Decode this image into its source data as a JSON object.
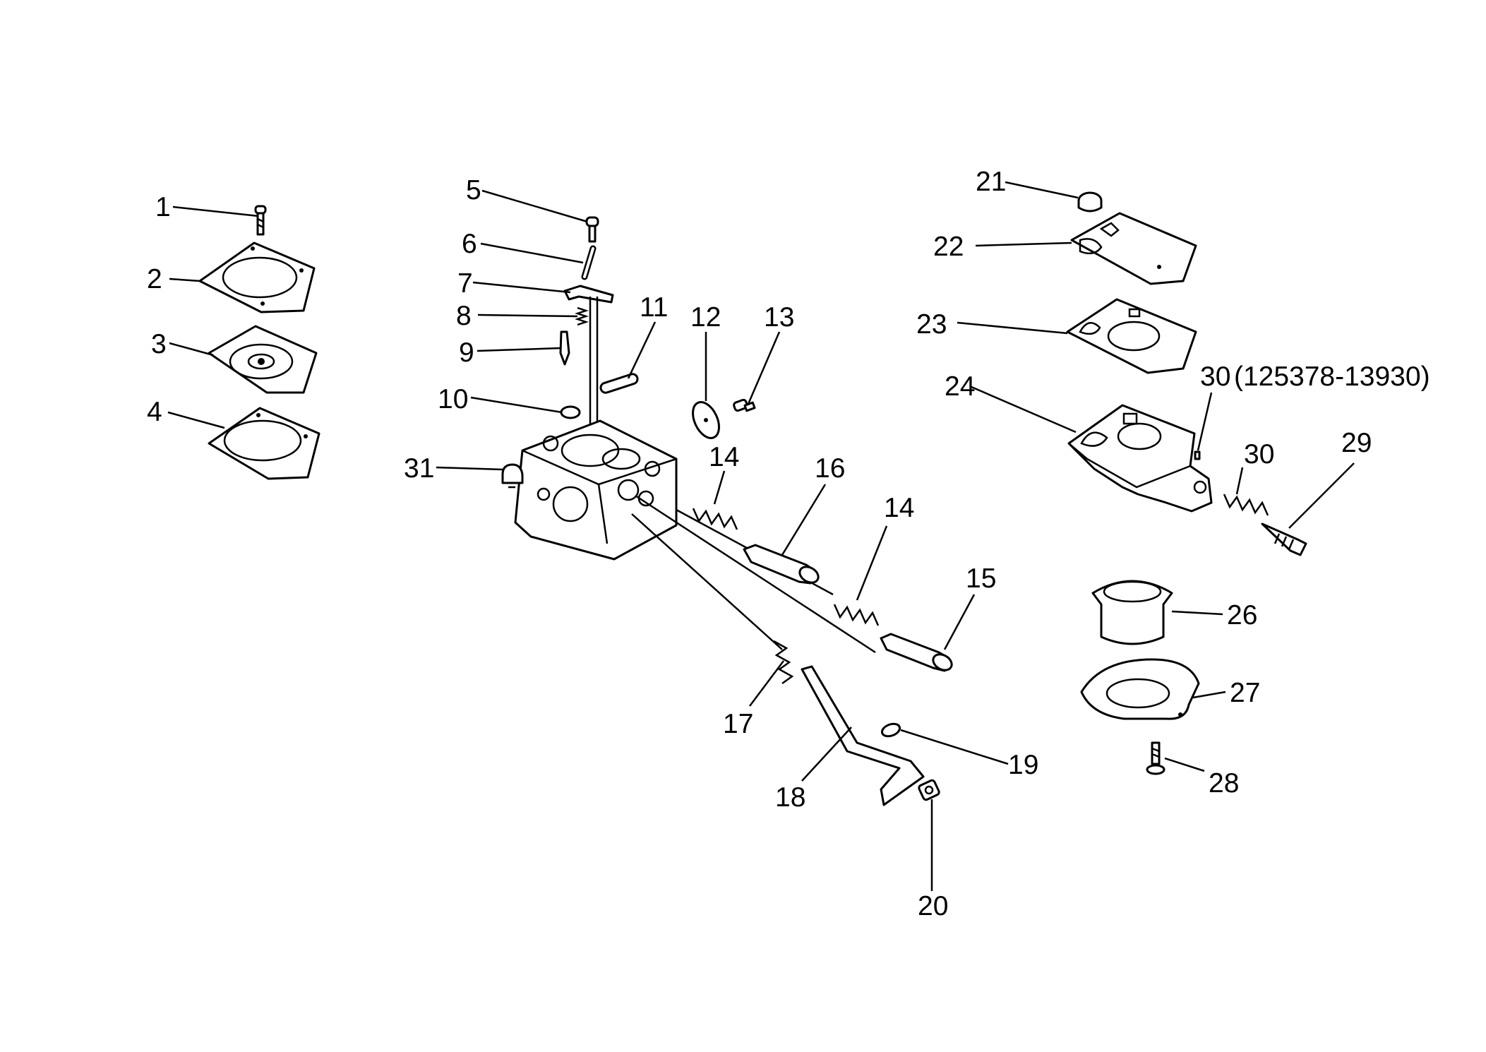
{
  "diagram": {
    "callouts": [
      {
        "id": "1",
        "text": "1"
      },
      {
        "id": "2",
        "text": "2"
      },
      {
        "id": "3",
        "text": "3"
      },
      {
        "id": "4",
        "text": "4"
      },
      {
        "id": "5",
        "text": "5"
      },
      {
        "id": "6",
        "text": "6"
      },
      {
        "id": "7",
        "text": "7"
      },
      {
        "id": "8",
        "text": "8"
      },
      {
        "id": "9",
        "text": "9"
      },
      {
        "id": "10",
        "text": "10"
      },
      {
        "id": "11",
        "text": "11"
      },
      {
        "id": "12",
        "text": "12"
      },
      {
        "id": "13",
        "text": "13"
      },
      {
        "id": "14a",
        "text": "14"
      },
      {
        "id": "14b",
        "text": "14"
      },
      {
        "id": "15",
        "text": "15"
      },
      {
        "id": "16",
        "text": "16"
      },
      {
        "id": "17",
        "text": "17"
      },
      {
        "id": "18",
        "text": "18"
      },
      {
        "id": "19",
        "text": "19"
      },
      {
        "id": "20",
        "text": "20"
      },
      {
        "id": "21",
        "text": "21"
      },
      {
        "id": "22",
        "text": "22"
      },
      {
        "id": "23",
        "text": "23"
      },
      {
        "id": "24",
        "text": "24"
      },
      {
        "id": "26",
        "text": "26"
      },
      {
        "id": "27",
        "text": "27"
      },
      {
        "id": "28",
        "text": "28"
      },
      {
        "id": "29",
        "text": "29"
      },
      {
        "id": "30a",
        "text": "30"
      },
      {
        "id": "30b",
        "text": "30"
      },
      {
        "id": "31",
        "text": "31"
      }
    ],
    "part_number_note": "(125378-13930)"
  }
}
